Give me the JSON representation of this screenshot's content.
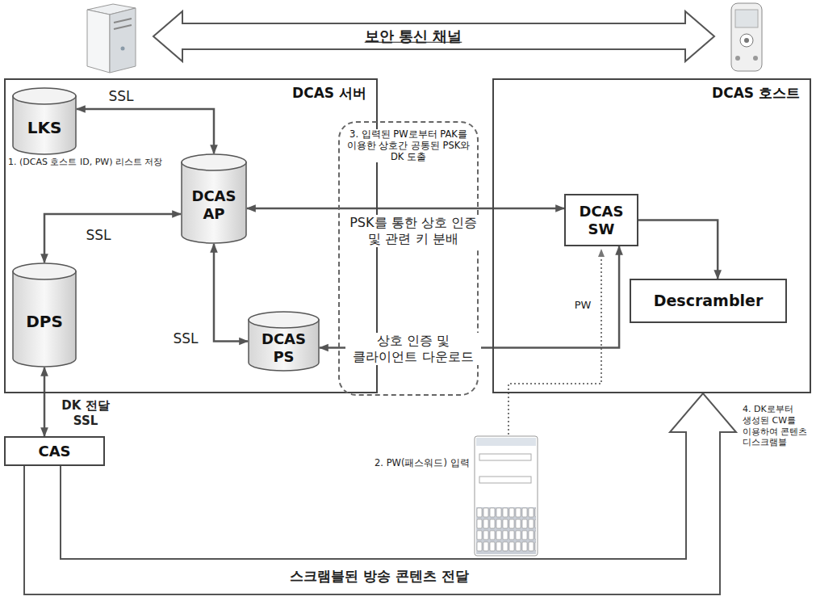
{
  "diagram": {
    "nodes": [
      {
        "text": [
          "DCAS 서버"
        ]
      },
      {
        "text": [
          "LKS"
        ],
        "in": 0
      },
      {
        "text": [
          "DCAS AP"
        ],
        "in": 0
      },
      {
        "text": [
          "DPS"
        ],
        "in": 0
      },
      {
        "text": [
          "DCAS PS"
        ],
        "in": 0
      },
      {
        "text": [
          "3. 입력된 PW로부터 PAK를 이용한 상호간 공통된 PSK와 DK 도출"
        ]
      },
      {
        "text": [
          "DCAS 호스트"
        ]
      },
      {
        "text": [
          "DCAS SW"
        ],
        "in": 6
      },
      {
        "text": [
          "Descrambler"
        ],
        "in": 6
      },
      {
        "text": [
          "CAS"
        ]
      }
    ],
    "edges": [
      {
        "from": 1,
        "to": 2,
        "label": "SSL",
        "arrow": "both"
      },
      {
        "from": 2,
        "to": 3,
        "label": "SSL",
        "arrow": "both"
      },
      {
        "from": 2,
        "to": 4,
        "label": "SSL",
        "arrow": "both"
      },
      {
        "from": 2,
        "to": 7,
        "label": "PSK를 통한 상호 인증 및 관련 키 분배",
        "arrow": "both"
      },
      {
        "from": 4,
        "to": 7,
        "label": "상호 인증 및 클라이언트 다운로드",
        "arrow": "both"
      },
      {
        "from": 7,
        "to": 8,
        "arrow": "to"
      },
      {
        "from": 3,
        "to": 9,
        "label": "DK 전달 SSL",
        "arrow": "both"
      },
      {
        "from": 9,
        "to": 6,
        "label": "스크램블된 방송 콘텐츠 전달",
        "arrow": "to"
      }
    ],
    "labels": [
      "보안 통신 채널",
      "1. (DCAS 호스트 ID, PW) 리스트 저장",
      "PW",
      "2. PW(패스워드) 입력",
      "4. DK로부터 생성된 CW를 이용하여 콘텐츠 디스크램블"
    ]
  }
}
